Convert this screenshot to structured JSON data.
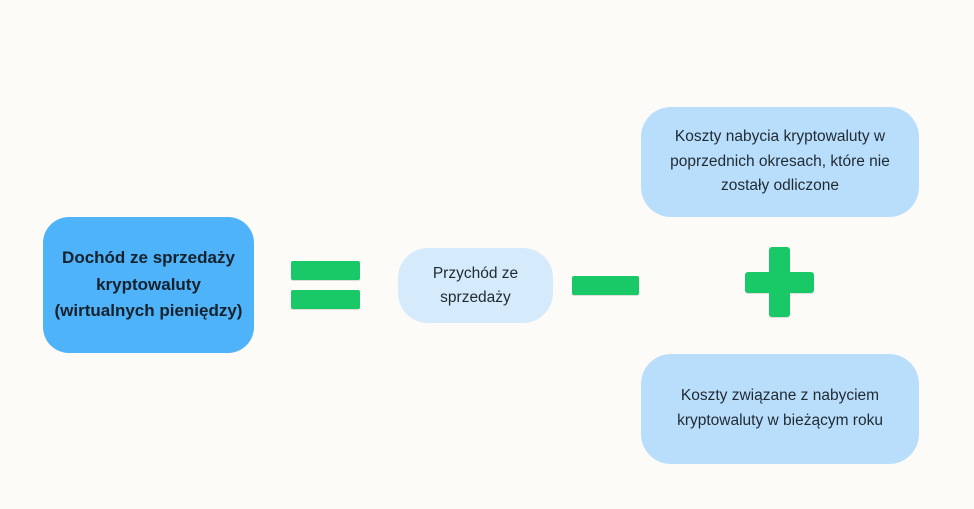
{
  "diagram": {
    "income_box": {
      "lines": [
        "Dochód ze sprzedaży",
        "kryptowaluty",
        "(wirtualnych pieniędzy)"
      ],
      "color": "#4fb3f9"
    },
    "revenue_box": {
      "lines": [
        "Przychód ze",
        "sprzedaży"
      ],
      "color": "#d5ebfb"
    },
    "cost_prev_box": {
      "lines": [
        "Koszty nabycia kryptowaluty w",
        "poprzednich okresach, które nie",
        "zostały odliczone"
      ],
      "color": "#b9defb"
    },
    "cost_curr_box": {
      "lines": [
        "Koszty związane z nabyciem",
        "kryptowaluty w bieżącym roku"
      ],
      "color": "#b9defb"
    },
    "operators": {
      "equals": "equals-sign-icon",
      "minus": "minus-sign-icon",
      "plus": "plus-sign-icon",
      "color": "#19c967"
    }
  }
}
